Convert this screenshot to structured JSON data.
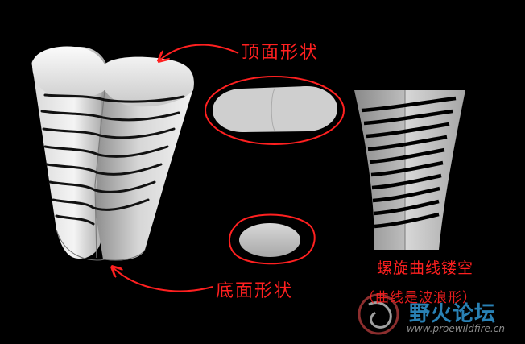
{
  "labels": {
    "top_shape": "顶面形状",
    "bottom_shape": "底面形状",
    "spiral_hollow": "螺旋曲线镂空",
    "curve_note": "（曲线是波浪形）"
  },
  "watermark": {
    "title": "野火论坛",
    "url": "www.proewildfire.cn"
  },
  "colors": {
    "background": "#000000",
    "annotation_red": "#ff2020",
    "watermark_blue": "#2e8fc9"
  }
}
